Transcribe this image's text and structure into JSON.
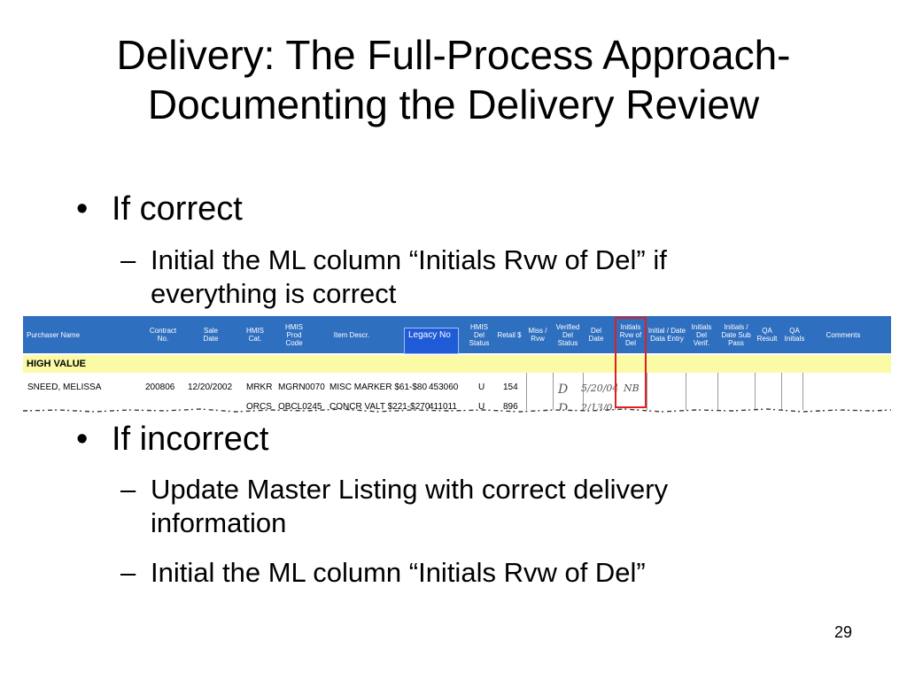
{
  "slide": {
    "title_line1": "Delivery: The Full-Process Approach-",
    "title_line2": "Documenting the Delivery Review",
    "page_number": "29"
  },
  "bullets": {
    "dot": "•",
    "dash": "–",
    "correct": "If correct",
    "correct_sub_1a": "Initial the ML column “Initials Rvw of Del” if",
    "correct_sub_1b": "everything is correct",
    "incorrect": "If incorrect",
    "incorrect_sub_1a": "Update Master Listing with correct delivery",
    "incorrect_sub_1b": "information",
    "incorrect_sub_2": "Initial the ML column “Initials Rvw of Del”"
  },
  "sheet": {
    "headers": {
      "purchaser": "Purchaser Name",
      "contract": "Contract No.",
      "sale_date": "Sale Date",
      "hmis_cat": "HMIS Cat.",
      "hmis_prod": "HMIS Prod Code",
      "item_descr": "Item Descr.",
      "legacy": "Legacy No",
      "hmis_del": "HMIS Del Status",
      "retail": "Retail $",
      "miss": "Miss / Rvw",
      "verified": "Verified Del Status",
      "del_date": "Del Date",
      "initials_rvw": "Initials Rvw of Del",
      "initial_date": "Initial / Date Data Entry",
      "initials_del": "Initials Del Verif.",
      "initials_date_sub": "Initials / Date Sub Pass",
      "qa_result": "QA Result",
      "qa_initials": "QA Initials",
      "comments": "Comments"
    },
    "section": "HIGH VALUE",
    "row1": {
      "purchaser": "SNEED, MELISSA",
      "contract": "200806",
      "sale_date": "12/20/2002",
      "hmis_cat": "MRKR",
      "hmis_prod": "MGRN0070",
      "item": "MISC MARKER $61-$80",
      "legacy": "453060",
      "status": "U",
      "retail": "154",
      "hw_verified": "D",
      "hw_date": "5/20/04",
      "hw_initials": "NB"
    },
    "row2": {
      "hmis_cat": "ORCS",
      "hmis_prod": "OBCL0245",
      "item": "CONCR VALT $221-$270",
      "legacy": "411011",
      "status": "U",
      "retail": "896",
      "hw_verified": "D",
      "hw_date": "2/13/0"
    },
    "colors": {
      "header_bg": "#2f6fc0",
      "highlight_row": "#fbfba6",
      "callout": "#e02020"
    }
  }
}
